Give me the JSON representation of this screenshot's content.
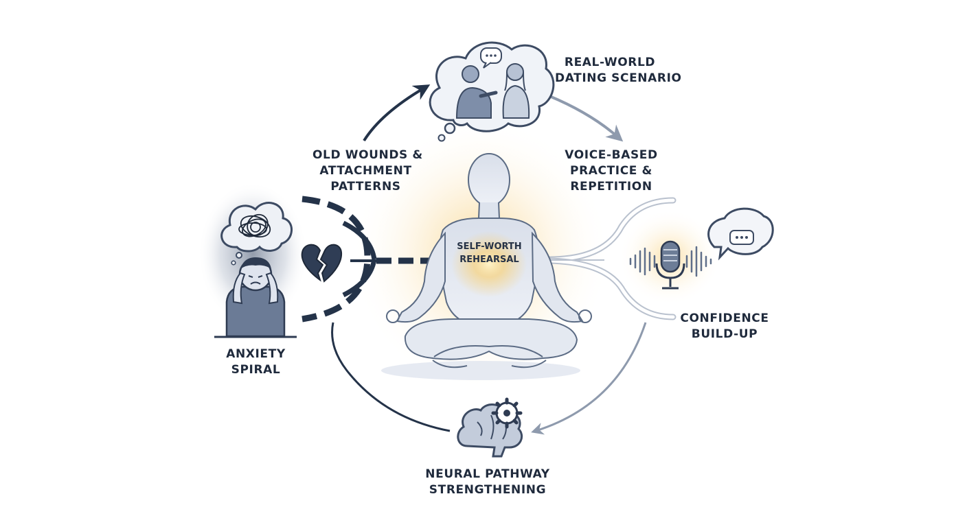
{
  "center": {
    "label_line1": "SELF-WORTH",
    "label_line2": "REHEARSAL"
  },
  "nodes": {
    "real_world": {
      "line1": "REAL-WORLD",
      "line2": "DATING SCENARIO"
    },
    "voice_practice": {
      "line1": "VOICE-BASED",
      "line2": "PRACTICE &",
      "line3": "REPETITION"
    },
    "confidence": {
      "line1": "CONFIDENCE",
      "line2": "BUILD-UP"
    },
    "neural": {
      "line1": "NEURAL PATHWAY",
      "line2": "STRENGTHENING"
    },
    "anxiety": {
      "line1": "ANXIETY",
      "line2": "SPIRAL"
    },
    "old_wounds": {
      "line1": "OLD WOUNDS &",
      "line2": "ATTACHMENT",
      "line3": "PATTERNS"
    }
  },
  "icons": [
    "thought-cloud-couple-icon",
    "speech-bubble-icon",
    "microphone-icon",
    "brain-gear-icon",
    "broken-heart-icon",
    "tangled-thoughts-icon",
    "meditating-figure-icon"
  ],
  "colors": {
    "ink": "#1f2a3c",
    "arrow_dark": "#243349",
    "arrow_light": "#8e9aad",
    "glow": "#f6c76a",
    "figure_fill": "#e3e8f1",
    "figure_stroke": "#5b6b84"
  }
}
